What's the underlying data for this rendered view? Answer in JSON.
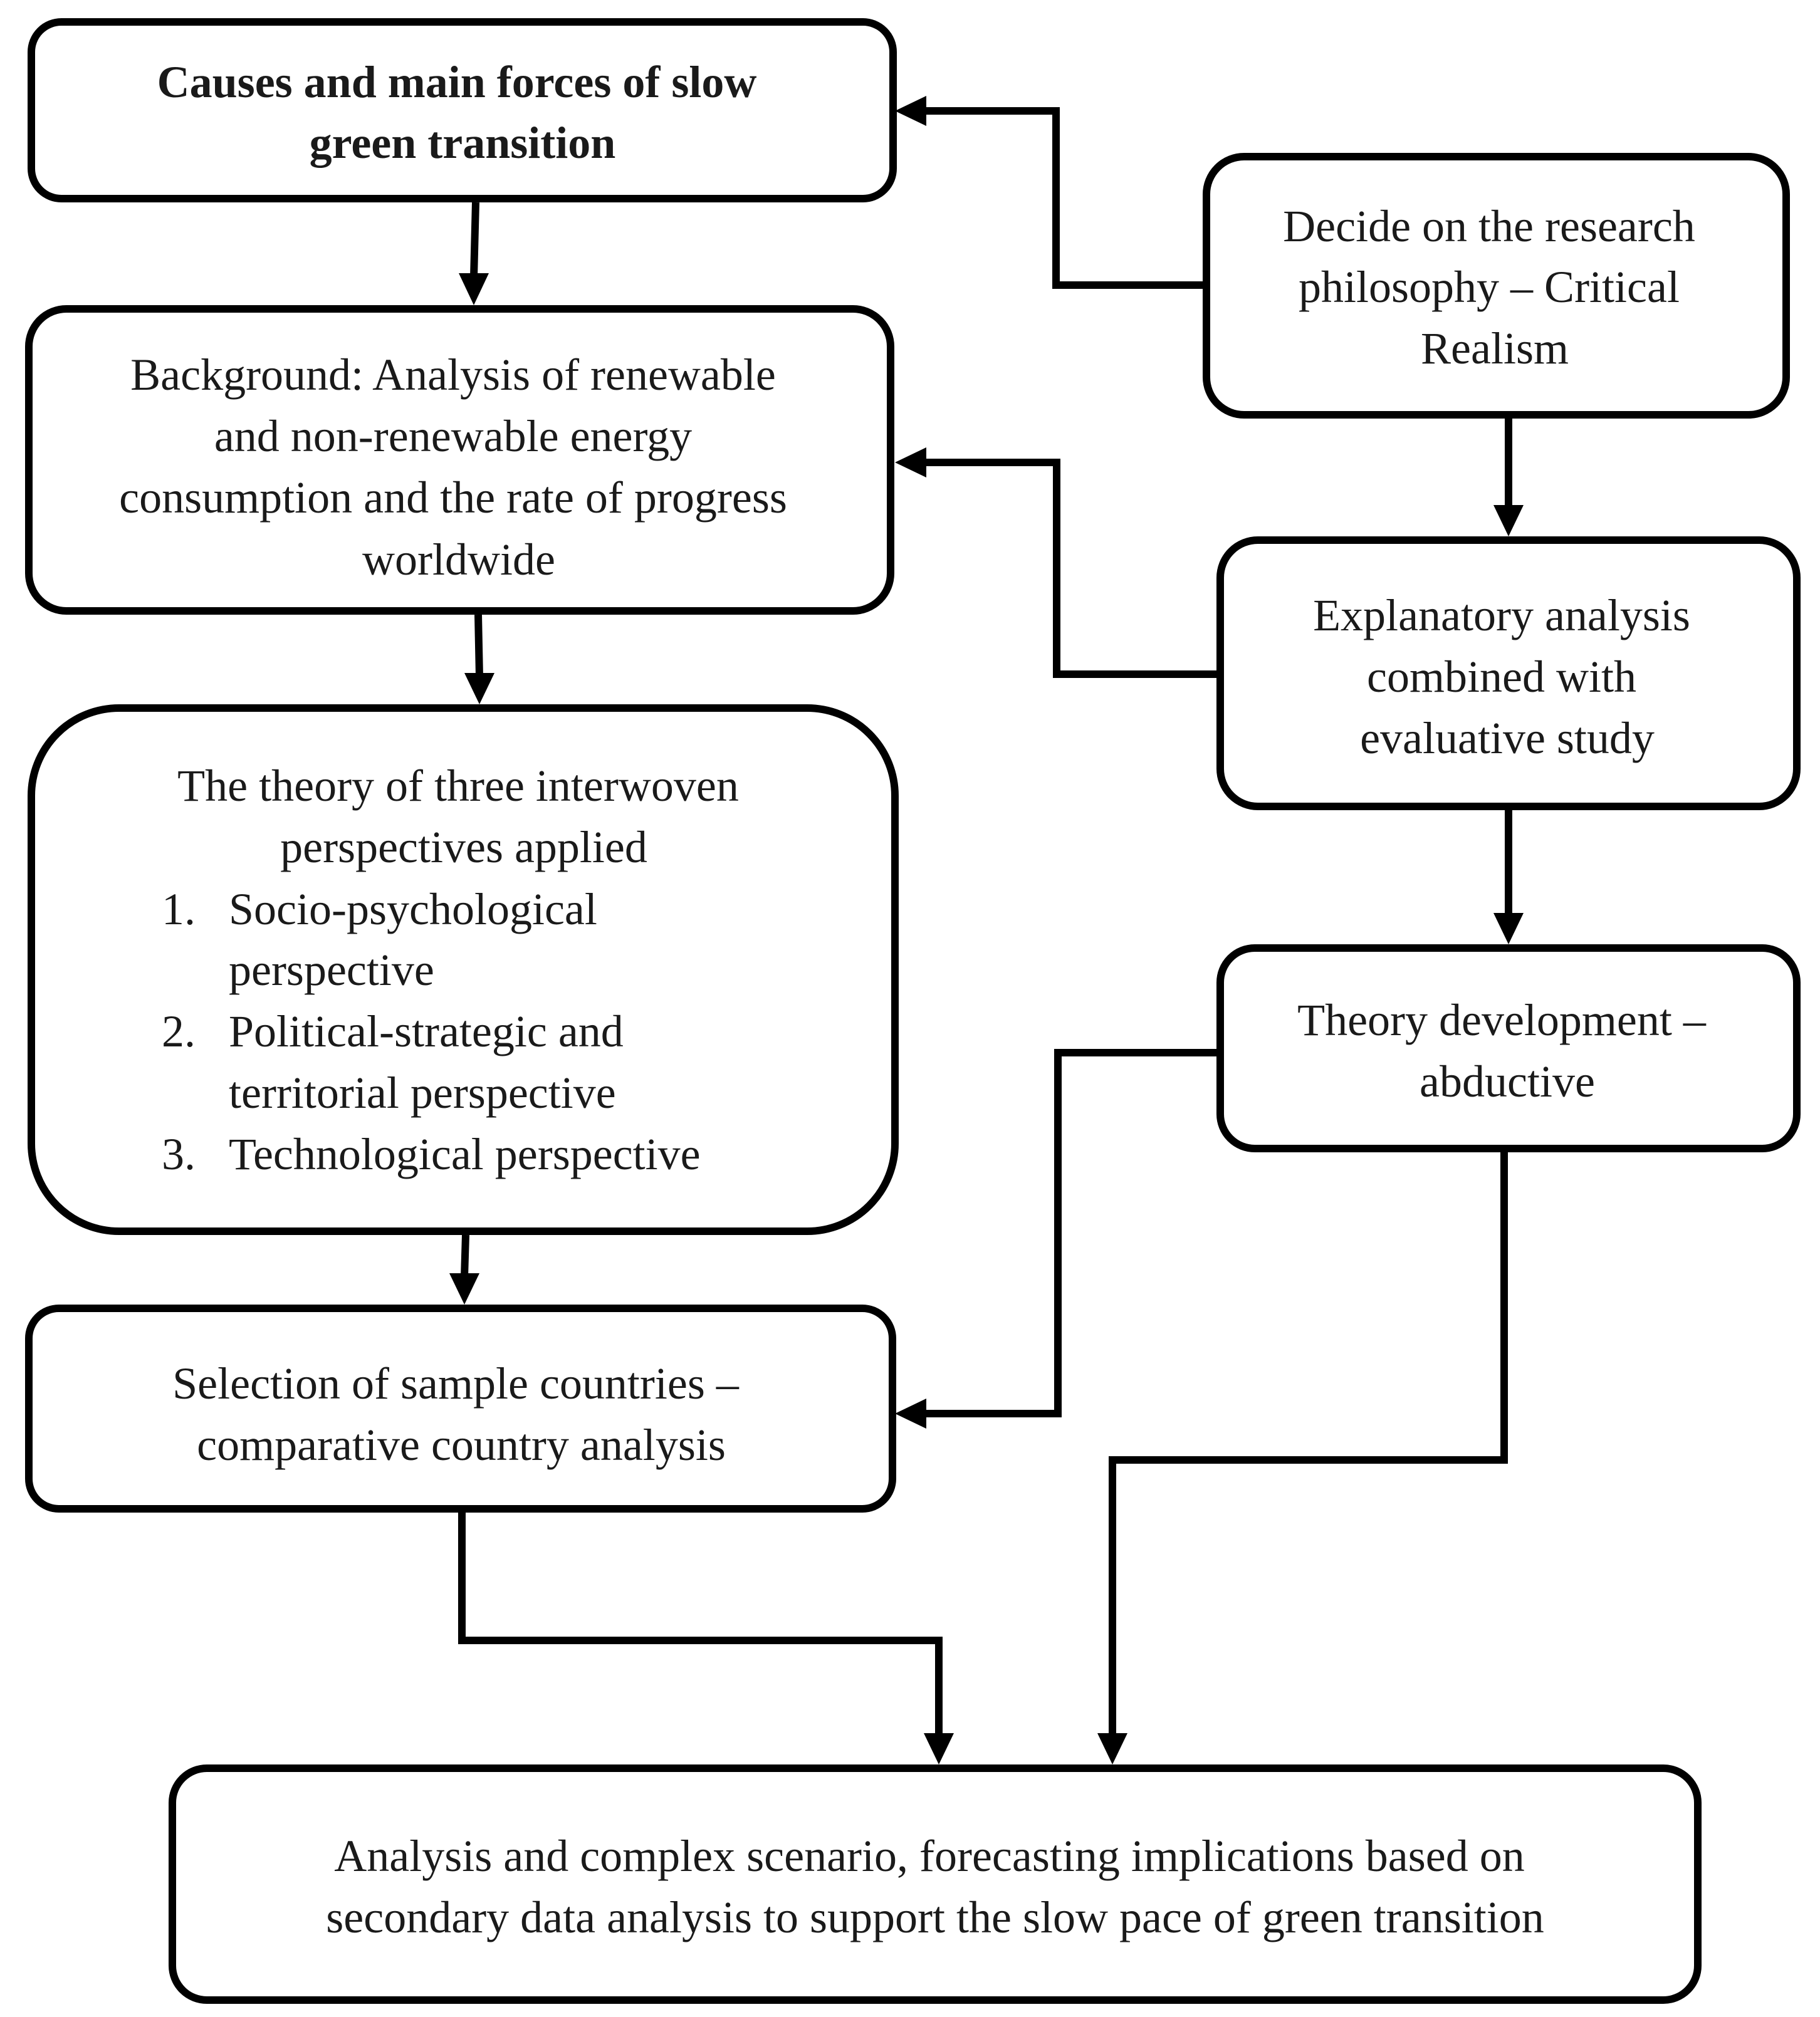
{
  "boxes": {
    "causes": {
      "lines": [
        "Causes and main forces of slow",
        "green transition"
      ]
    },
    "philosophy": {
      "lines": [
        "Decide on the research",
        "philosophy – Critical",
        "Realism"
      ]
    },
    "background": {
      "lines": [
        "Background: Analysis of renewable",
        "and non-renewable energy",
        "consumption and the rate of progress",
        "worldwide"
      ]
    },
    "explanatory": {
      "lines": [
        "Explanatory analysis",
        "combined with",
        "evaluative study"
      ]
    },
    "theory_perspectives": {
      "lines": [
        "The theory of three interwoven",
        "perspectives applied"
      ],
      "items": [
        {
          "number": "1.",
          "lines": [
            "Socio-psychological",
            "perspective"
          ]
        },
        {
          "number": "2.",
          "lines": [
            "Political-strategic and",
            "territorial perspective"
          ]
        },
        {
          "number": "3.",
          "lines": [
            "Technological perspective"
          ]
        }
      ]
    },
    "theory_development": {
      "lines": [
        "Theory development –",
        "abductive"
      ]
    },
    "selection": {
      "lines": [
        "Selection of sample countries –",
        "comparative country analysis"
      ]
    },
    "analysis": {
      "lines": [
        "Analysis and complex scenario, forecasting implications based on",
        "secondary data analysis to support the slow pace of green transition"
      ]
    }
  }
}
